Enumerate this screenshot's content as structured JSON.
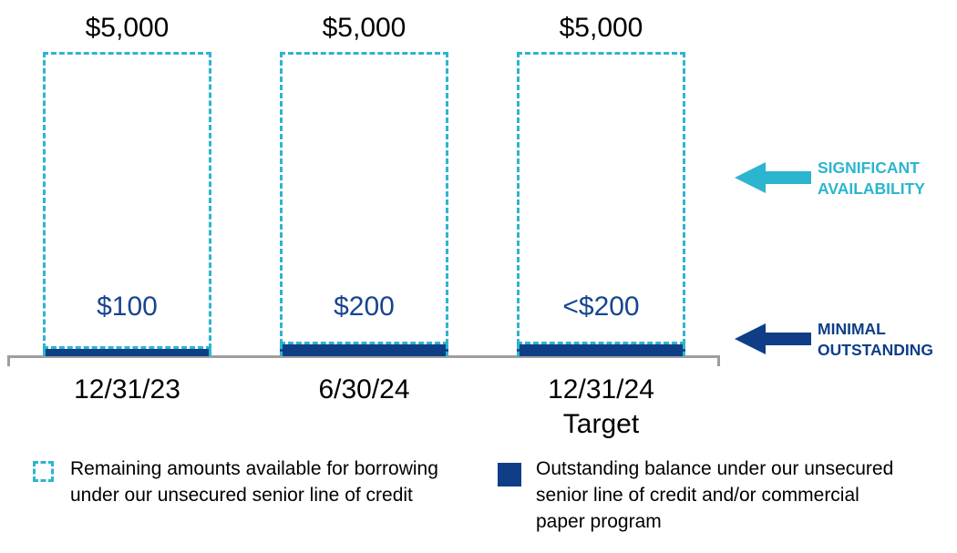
{
  "colors": {
    "cyan": "#2CB5CF",
    "navy": "#0F3E87",
    "value_text": "#17458F",
    "axis_gray": "#9E9E9E",
    "text_black": "#000000"
  },
  "chart_data": {
    "type": "bar",
    "title": "",
    "categories": [
      "12/31/23",
      "6/30/24",
      "12/31/24 Target"
    ],
    "series": [
      {
        "name": "Outstanding balance under our unsecured senior line of credit and/or commercial paper program",
        "values": [
          100,
          200,
          200
        ]
      },
      {
        "name": "Remaining amounts available for borrowing under our unsecured senior line of credit",
        "values": [
          4900,
          4800,
          4800
        ]
      }
    ],
    "total_capacity": 5000,
    "total_capacity_labels": [
      "$5,000",
      "$5,000",
      "$5,000"
    ],
    "outstanding_value_labels": [
      "$100",
      "$200",
      "<$200"
    ],
    "ylim": [
      0,
      5000
    ],
    "grid": false,
    "legend_position": "bottom",
    "annotations": [
      "SIGNIFICANT AVAILABILITY",
      "MINIMAL OUTSTANDING"
    ]
  },
  "bars": [
    {
      "cap": "$5,000",
      "value_label": "$100",
      "category_line1": "12/31/23",
      "category_line2": ""
    },
    {
      "cap": "$5,000",
      "value_label": "$200",
      "category_line1": "6/30/24",
      "category_line2": ""
    },
    {
      "cap": "$5,000",
      "value_label": "<$200",
      "category_line1": "12/31/24",
      "category_line2": "Target"
    }
  ],
  "annotations": {
    "availability": "SIGNIFICANT AVAILABILITY",
    "outstanding": "MINIMAL OUTSTANDING"
  },
  "legend": [
    {
      "label": "Remaining amounts available for borrowing under our unsecured senior line of credit"
    },
    {
      "label": "Outstanding balance under our unsecured senior line of credit and/or commercial paper program"
    }
  ]
}
